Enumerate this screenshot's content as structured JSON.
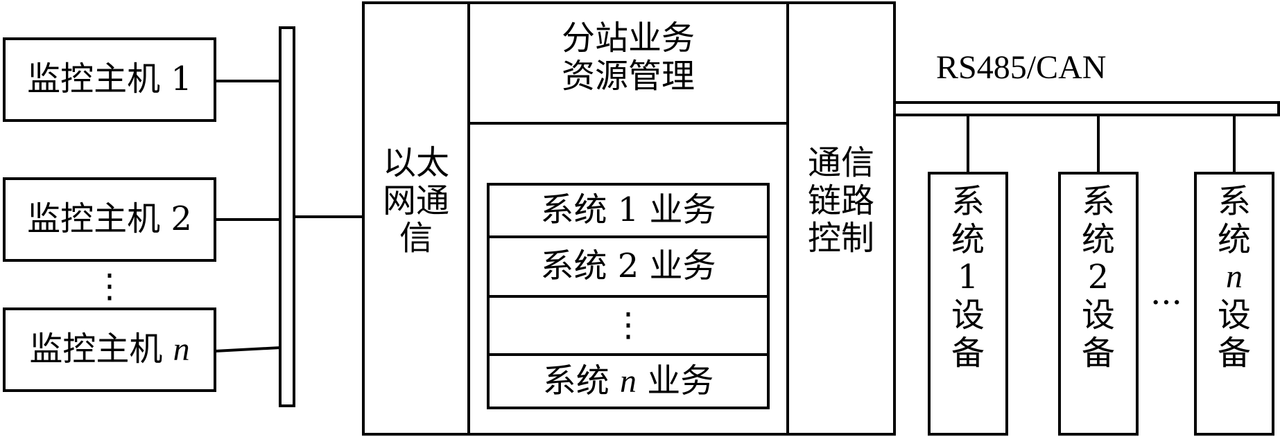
{
  "hosts": {
    "prefix": "监控主机",
    "items": [
      {
        "num": "1",
        "italic": false
      },
      {
        "num": "2",
        "italic": false
      },
      {
        "num": "n",
        "italic": true
      }
    ],
    "ellipsis": "⋮"
  },
  "ethernet": {
    "chars": [
      "以太",
      "网通",
      "信"
    ]
  },
  "resource_mgmt": {
    "line1": "分站业务",
    "line2": "资源管理"
  },
  "services": {
    "prefix": "系统",
    "suffix": "业务",
    "items": [
      {
        "num": "1",
        "italic": false
      },
      {
        "num": "2",
        "italic": false
      },
      {
        "num": "n",
        "italic": true
      }
    ],
    "ellipsis": "⋮"
  },
  "link_ctrl": {
    "chars": [
      "通信",
      "链路",
      "控制"
    ]
  },
  "bus": {
    "label": "RS485/CAN"
  },
  "devices": {
    "items": [
      {
        "chars": [
          "系",
          "统",
          "1",
          "设",
          "备"
        ],
        "italic_index": -1
      },
      {
        "chars": [
          "系",
          "统",
          "2",
          "设",
          "备"
        ],
        "italic_index": -1
      },
      {
        "chars": [
          "系",
          "统",
          "n",
          "设",
          "备"
        ],
        "italic_index": 2
      }
    ],
    "ellipsis": "···"
  },
  "colors": {
    "stroke": "#000000",
    "background": "#ffffff"
  }
}
